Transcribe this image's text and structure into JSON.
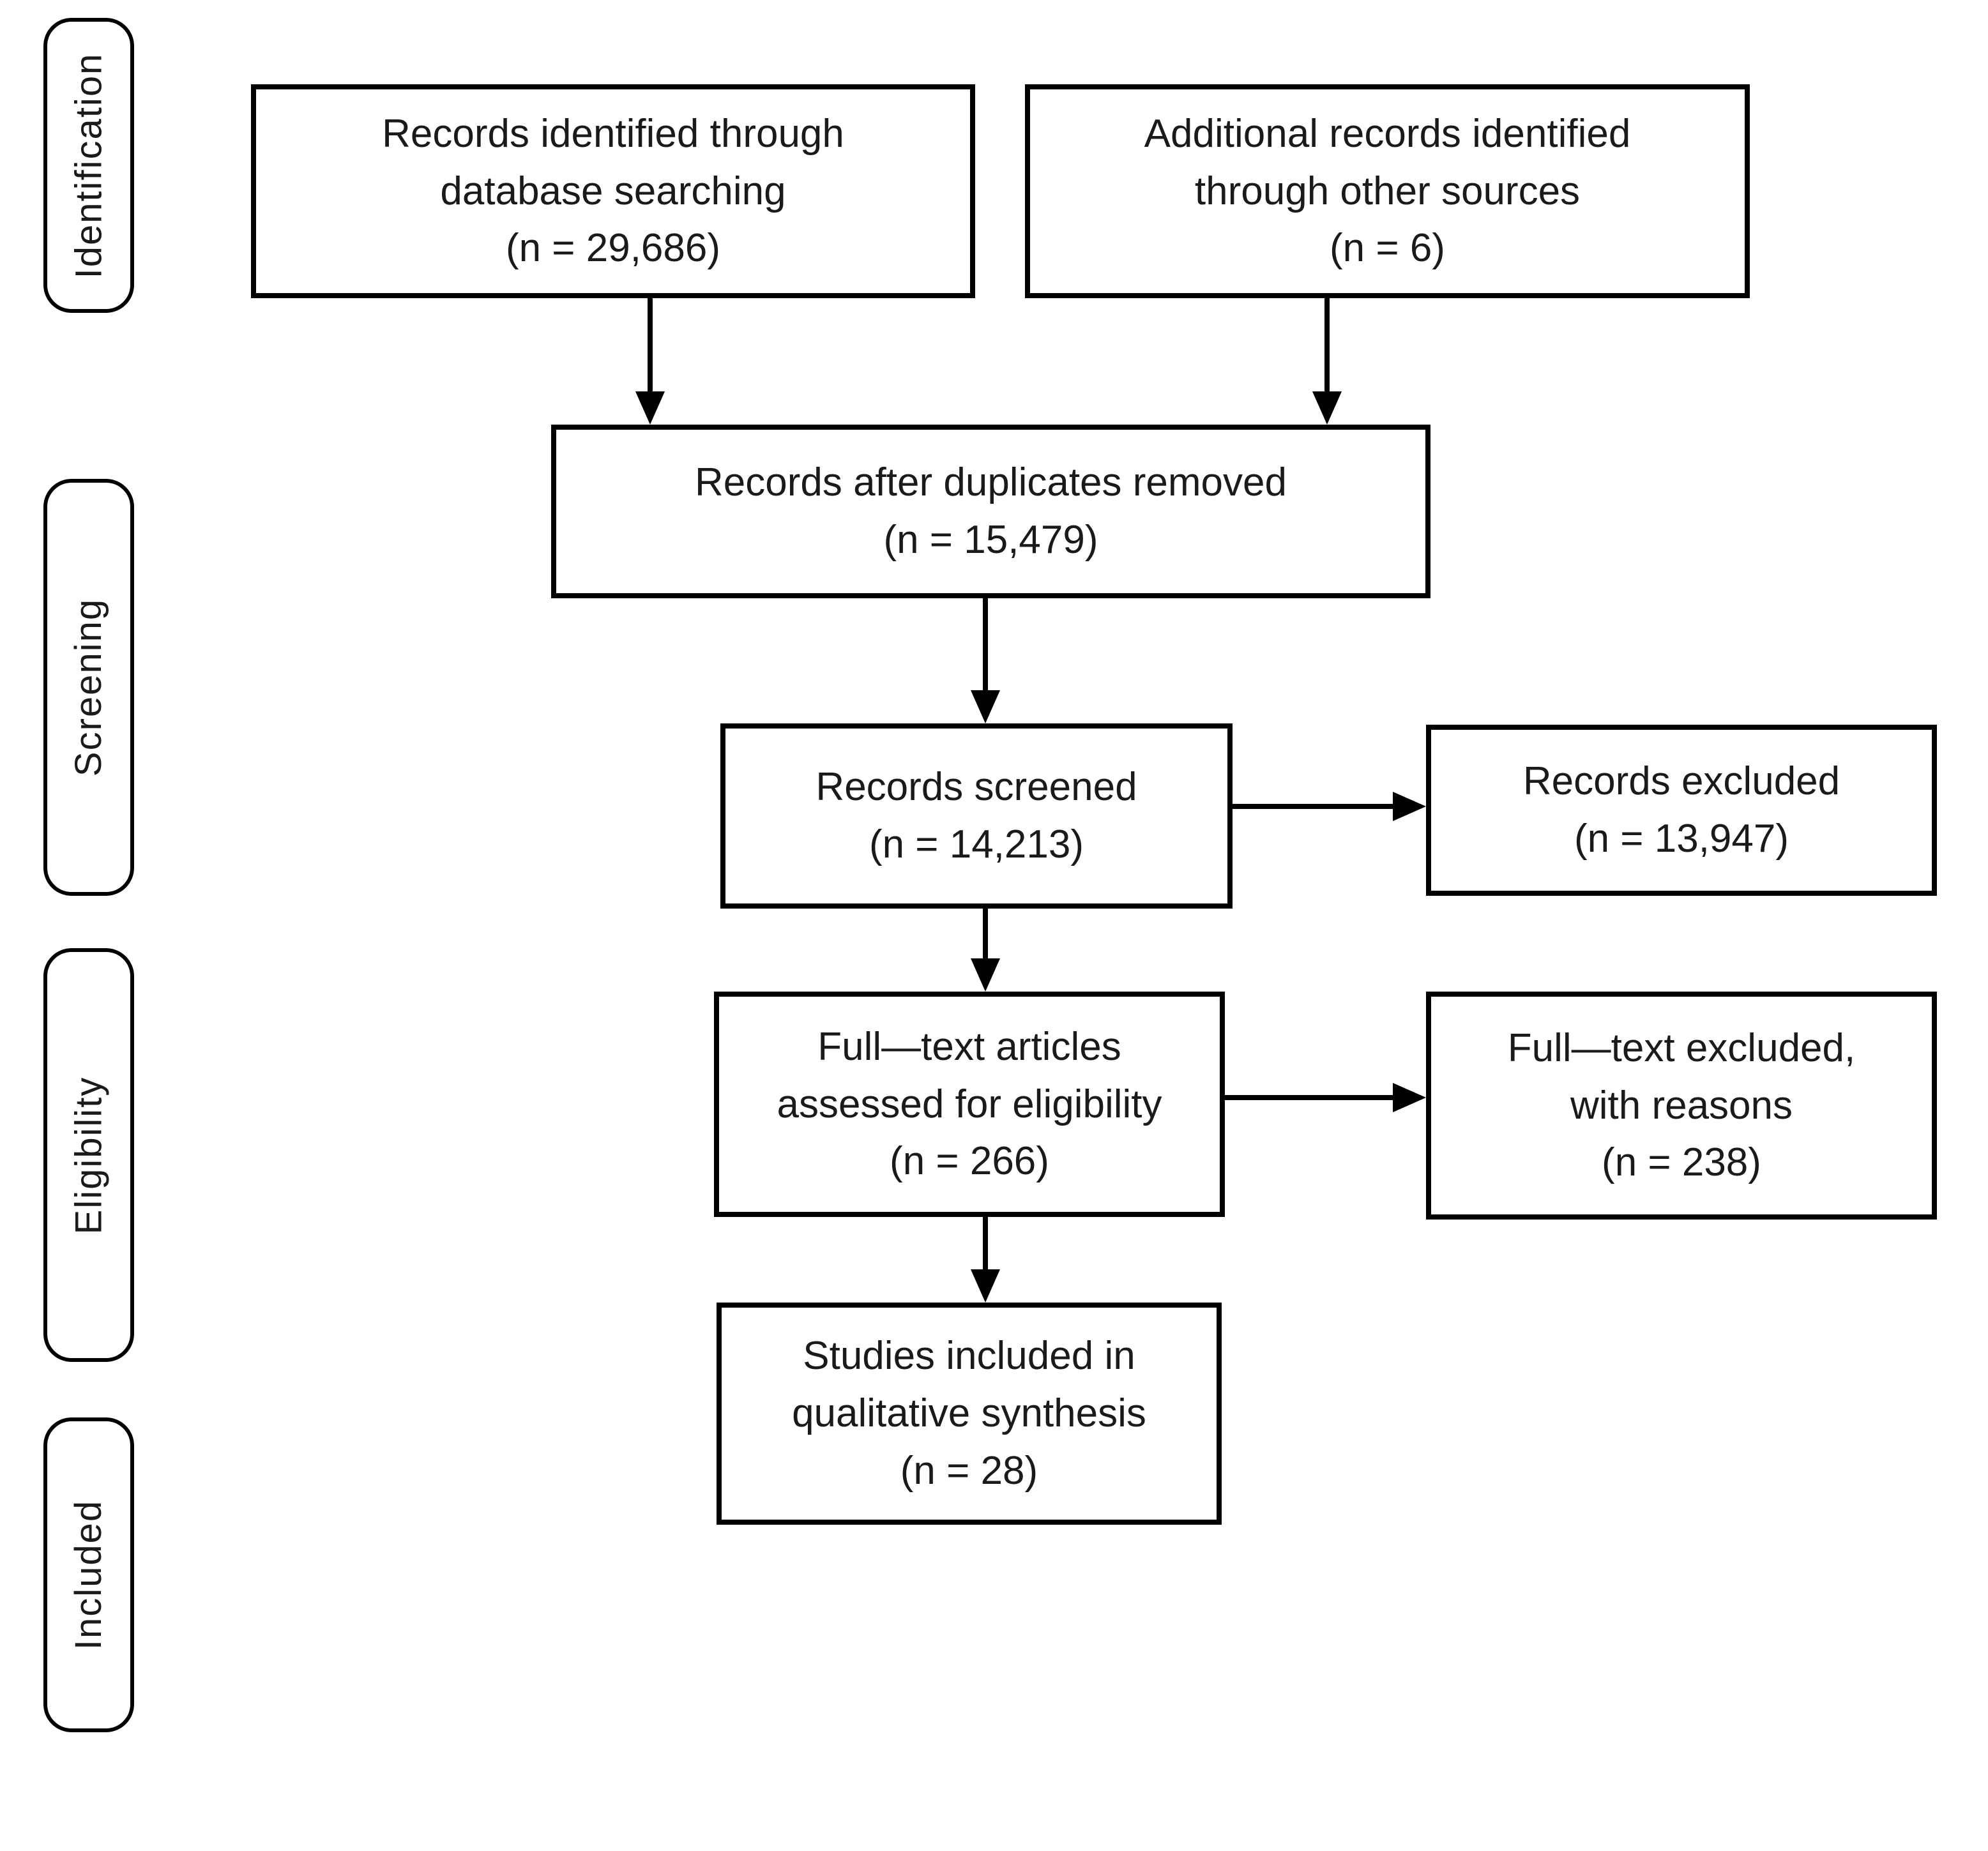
{
  "diagram_type": "PRISMA flow diagram",
  "colors": {
    "border": "#000000",
    "background": "#ffffff",
    "text": "#1a1a1a"
  },
  "stages": [
    {
      "id": "identification",
      "label": "Identification"
    },
    {
      "id": "screening",
      "label": "Screening"
    },
    {
      "id": "eligibility",
      "label": "Eligibility"
    },
    {
      "id": "included",
      "label": "Included"
    }
  ],
  "boxes": [
    {
      "id": "records-identified",
      "n": "29,686",
      "text": "Records identified through\ndatabase searching\n(n = 29,686)"
    },
    {
      "id": "additional-records",
      "n": "6",
      "text": "Additional records identified\nthrough other sources\n(n = 6)"
    },
    {
      "id": "after-duplicates",
      "n": "15,479",
      "text": "Records after duplicates removed\n(n = 15,479)"
    },
    {
      "id": "records-screened",
      "n": "14,213",
      "text": "Records screened\n(n = 14,213)"
    },
    {
      "id": "records-excluded",
      "n": "13,947",
      "text": "Records excluded\n(n = 13,947)"
    },
    {
      "id": "fulltext-assessed",
      "n": "266",
      "text": "Full—text articles\nassessed for eligibility\n(n = 266)"
    },
    {
      "id": "fulltext-excluded",
      "n": "238",
      "text": "Full—text excluded,\nwith reasons\n(n = 238)"
    },
    {
      "id": "studies-included",
      "n": "28",
      "text": "Studies included in\nqualitative synthesis\n(n = 28)"
    }
  ],
  "flows": [
    {
      "from": "records-identified",
      "to": "after-duplicates"
    },
    {
      "from": "additional-records",
      "to": "after-duplicates"
    },
    {
      "from": "after-duplicates",
      "to": "records-screened"
    },
    {
      "from": "records-screened",
      "to": "records-excluded"
    },
    {
      "from": "records-screened",
      "to": "fulltext-assessed"
    },
    {
      "from": "fulltext-assessed",
      "to": "fulltext-excluded"
    },
    {
      "from": "fulltext-assessed",
      "to": "studies-included"
    }
  ]
}
